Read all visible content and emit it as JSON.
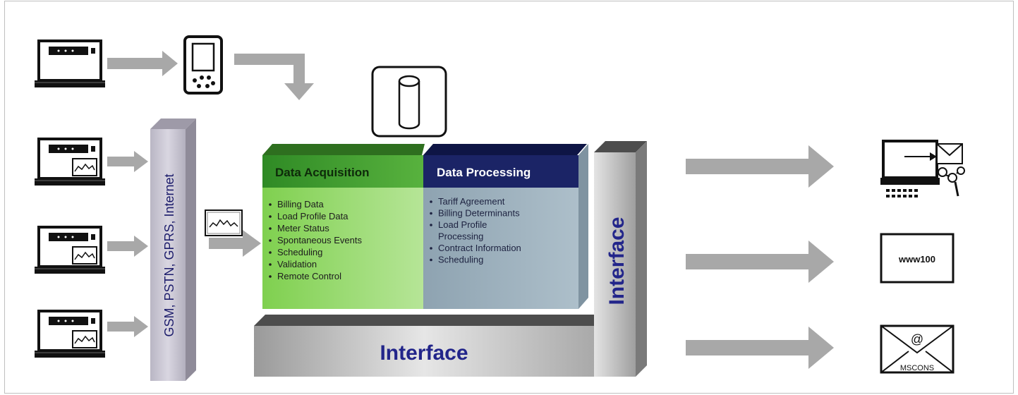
{
  "diagram": {
    "network_label": "GSM, PSTN, GPRS, Internet",
    "acquisition": {
      "title": "Data Acquisition",
      "items": [
        "Billing Data",
        "Load Profile Data",
        "Meter Status",
        "Spontaneous Events",
        "Scheduling",
        "Validation",
        "Remote Control"
      ]
    },
    "processing": {
      "title": "Data Processing",
      "items": [
        "Tariff Agreement",
        "Billing Determinants",
        "Load Profile",
        "Processing",
        "Contract Information",
        "Scheduling"
      ],
      "bullets": [
        true,
        true,
        true,
        false,
        true,
        true
      ]
    },
    "interface_bottom": "Interface",
    "interface_side": "Interface",
    "web_label": "www100",
    "mail_label": "MSCONS",
    "at_sign": "@",
    "colors": {
      "acq_front": "#97d669",
      "acq_header": "#3f9a2b",
      "proc_front": "#95a9b6",
      "proc_header": "#1b2466",
      "arrow": "#a8a8a8",
      "interface_text": "#22258a",
      "network_bar": "#c9c6d3"
    },
    "icons": [
      "meter-icon",
      "handheld-terminal-icon",
      "database-icon",
      "signal-waveform-icon",
      "computer-email-icon",
      "web-icon",
      "envelope-icon"
    ]
  }
}
